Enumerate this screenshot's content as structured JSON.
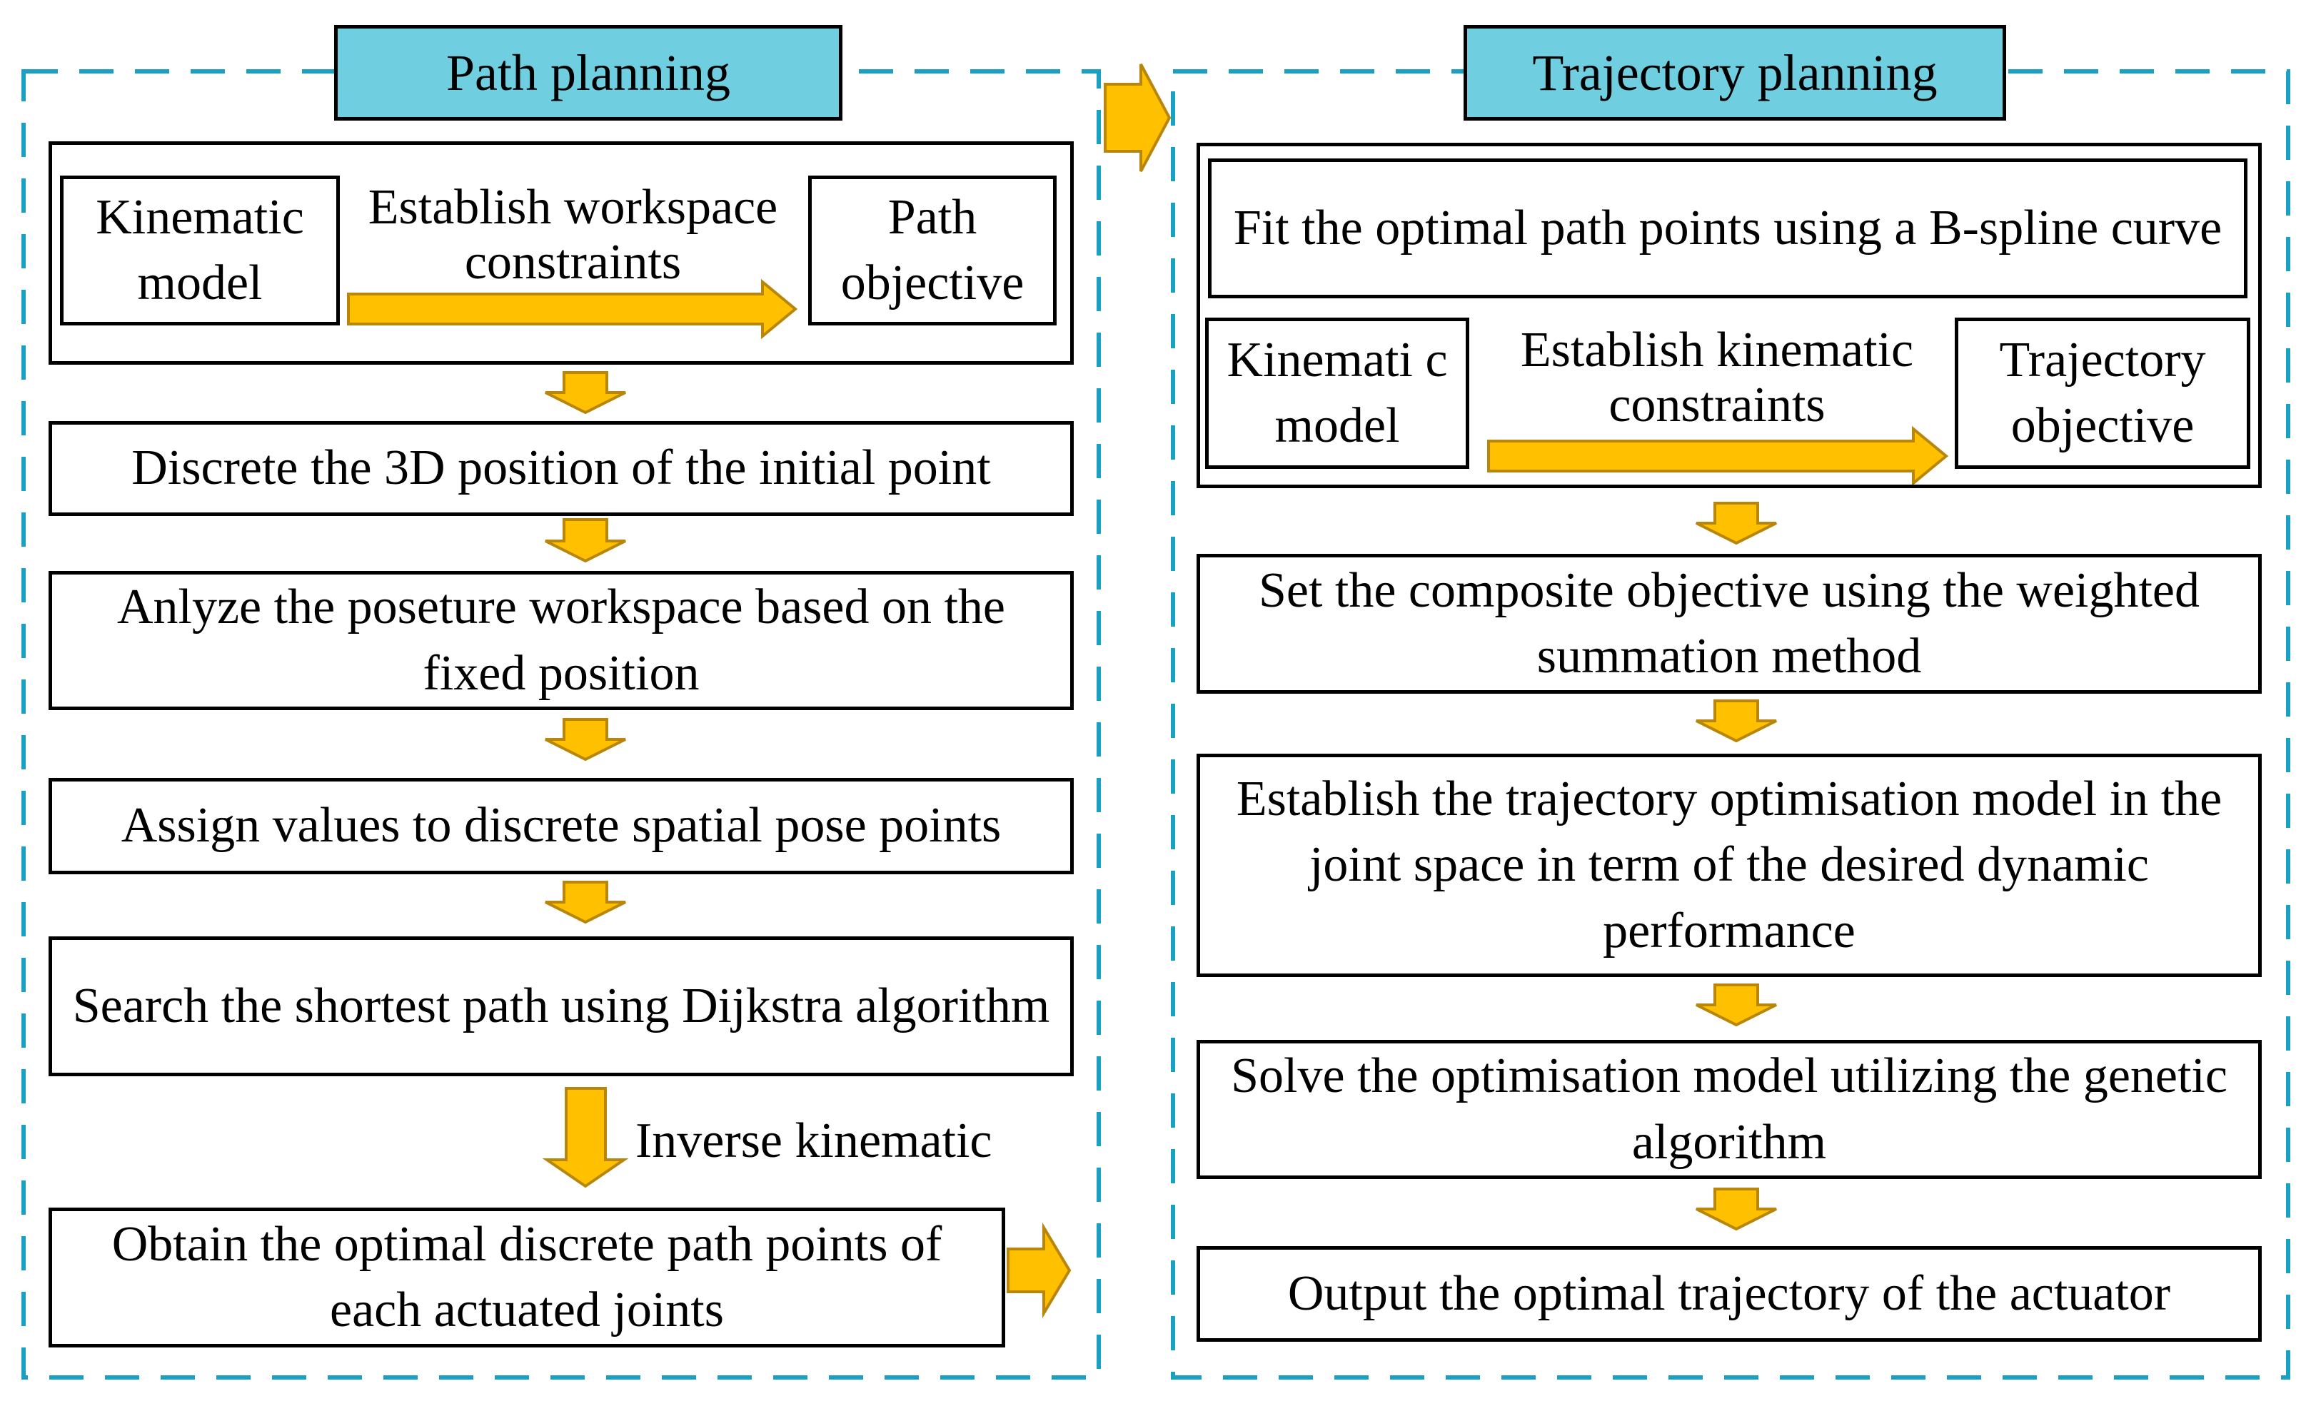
{
  "colors": {
    "header_fill": "#6fcedf",
    "arrow_fill": "#ffc000",
    "arrow_stroke": "#b8860b",
    "dashed_border": "#1aa0c2"
  },
  "left": {
    "header": "Path planning",
    "top_group": {
      "kinematic_model": "Kinematic model",
      "arrow_label": "Establish workspace constraints",
      "path_objective": "Path objective"
    },
    "steps": [
      "Discrete the 3D position of the initial point",
      "Anlyze the poseture workspace based on the fixed position",
      "Assign values to discrete spatial pose points",
      "Search the shortest path using Dijkstra algorithm"
    ],
    "inverse_label": "Inverse kinematic",
    "final_step": "Obtain the optimal discrete path points of each actuated joints"
  },
  "right": {
    "header": "Trajectory planning",
    "top_group": {
      "fit_box": "Fit the optimal path points using a B-spline curve",
      "kinematic_model": "Kinemati c model",
      "arrow_label": "Establish kinematic constraints",
      "trajectory_objective": "Trajectory objective"
    },
    "steps": [
      "Set the composite objective using the weighted summation method",
      "Establish the trajectory optimisation model in the joint space in term of the desired dynamic performance",
      "Solve the optimisation model utilizing the genetic algorithm",
      "Output the optimal trajectory of the actuator"
    ]
  }
}
